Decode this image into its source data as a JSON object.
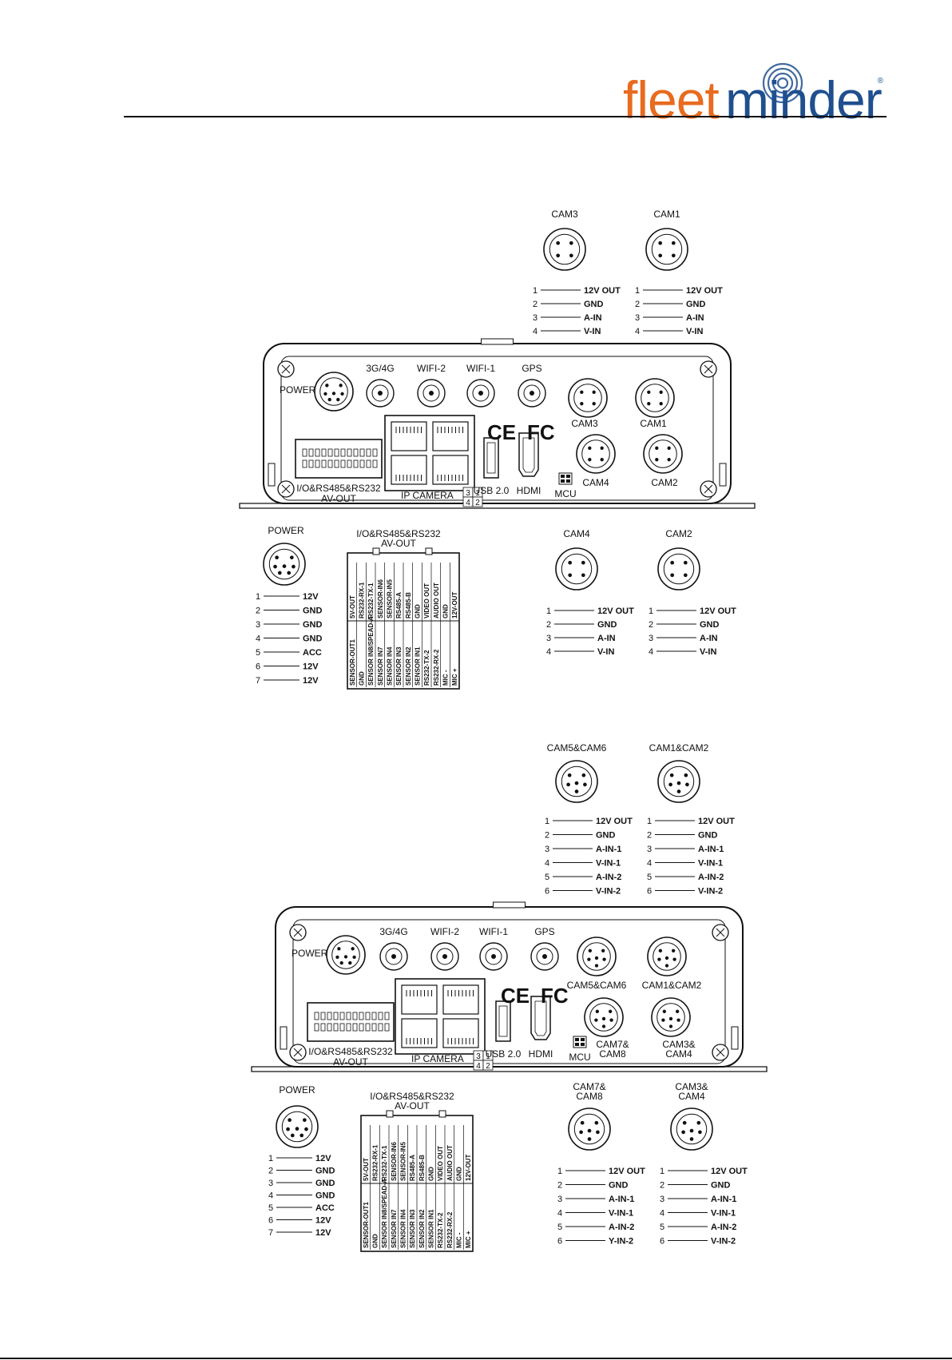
{
  "header": {
    "logo_fleet": "fleet",
    "logo_minder": "minder",
    "logo_reg": "®",
    "brand_orange": "#e86b1f",
    "brand_blue": "#1f4f8f"
  },
  "section1": {
    "top_connectors": [
      {
        "label": "CAM3",
        "pins": [
          {
            "n": "1",
            "label": "12V OUT"
          },
          {
            "n": "2",
            "label": "GND"
          },
          {
            "n": "3",
            "label": "A-IN"
          },
          {
            "n": "4",
            "label": "V-IN"
          }
        ]
      },
      {
        "label": "CAM1",
        "pins": [
          {
            "n": "1",
            "label": "12V OUT"
          },
          {
            "n": "2",
            "label": "GND"
          },
          {
            "n": "3",
            "label": "A-IN"
          },
          {
            "n": "4",
            "label": "V-IN"
          }
        ]
      }
    ],
    "panel": {
      "power": "POWER",
      "antennas": [
        "3G/4G",
        "WIFI-2",
        "WIFI-1",
        "GPS"
      ],
      "cams": [
        "CAM3",
        "CAM1",
        "CAM4",
        "CAM2"
      ],
      "io": "I/O&RS485&RS232",
      "avout": "AV-OUT",
      "ipcam": "IP CAMERA",
      "ipnums": [
        "3",
        "1",
        "4",
        "2"
      ],
      "usb": "USB 2.0",
      "hdmi": "HDMI",
      "mcu": "MCU",
      "ce": "CE",
      "fc": "FC"
    },
    "bottom": {
      "power_title": "POWER",
      "power_pins": [
        {
          "n": "1",
          "label": "12V"
        },
        {
          "n": "2",
          "label": "GND"
        },
        {
          "n": "3",
          "label": "GND"
        },
        {
          "n": "4",
          "label": "GND"
        },
        {
          "n": "5",
          "label": "ACC"
        },
        {
          "n": "6",
          "label": "12V"
        },
        {
          "n": "7",
          "label": "12V"
        }
      ],
      "io_title": "I/O&RS485&RS232",
      "io_subtitle": "AV-OUT",
      "io_top_row": [
        "5V-OUT",
        "RS232-RX-1",
        "RS232-TX-1",
        "SENSOR-IN6",
        "SENSOR-IN5",
        "RS485-A",
        "RS485-B",
        "GND",
        "VIDEO OUT",
        "AUDIO OUT",
        "GND",
        "12V-OUT"
      ],
      "io_bottom_row": [
        "SENSOR-OUT1",
        "GND",
        "SENSOR IN8/SPEAD-A",
        "SENSOR IN7",
        "SENSOR IN4",
        "SENSOR IN3",
        "SENSOR IN2",
        "SENSOR IN1",
        "RS232-TX-2",
        "RS232-RX-2",
        "MIC -",
        "MIC +"
      ],
      "cam_connectors": [
        {
          "label": "CAM4",
          "pins": [
            {
              "n": "1",
              "label": "12V OUT"
            },
            {
              "n": "2",
              "label": "GND"
            },
            {
              "n": "3",
              "label": "A-IN"
            },
            {
              "n": "4",
              "label": "V-IN"
            }
          ]
        },
        {
          "label": "CAM2",
          "pins": [
            {
              "n": "1",
              "label": "12V OUT"
            },
            {
              "n": "2",
              "label": "GND"
            },
            {
              "n": "3",
              "label": "A-IN"
            },
            {
              "n": "4",
              "label": "V-IN"
            }
          ]
        }
      ]
    }
  },
  "section2": {
    "top_connectors": [
      {
        "label": "CAM5&CAM6",
        "pins": [
          {
            "n": "1",
            "label": "12V OUT"
          },
          {
            "n": "2",
            "label": "GND"
          },
          {
            "n": "3",
            "label": "A-IN-1"
          },
          {
            "n": "4",
            "label": "V-IN-1"
          },
          {
            "n": "5",
            "label": "A-IN-2"
          },
          {
            "n": "6",
            "label": "V-IN-2"
          }
        ]
      },
      {
        "label": "CAM1&CAM2",
        "pins": [
          {
            "n": "1",
            "label": "12V OUT"
          },
          {
            "n": "2",
            "label": "GND"
          },
          {
            "n": "3",
            "label": "A-IN-1"
          },
          {
            "n": "4",
            "label": "V-IN-1"
          },
          {
            "n": "5",
            "label": "A-IN-2"
          },
          {
            "n": "6",
            "label": "V-IN-2"
          }
        ]
      }
    ],
    "panel": {
      "power": "POWER",
      "antennas": [
        "3G/4G",
        "WIFI-2",
        "WIFI-1",
        "GPS"
      ],
      "cams": [
        "CAM5&CAM6",
        "CAM1&CAM2",
        "CAM7&",
        "CAM8",
        "CAM3&",
        "CAM4"
      ],
      "io": "I/O&RS485&RS232",
      "avout": "AV-OUT",
      "ipcam": "IP CAMERA",
      "ipnums": [
        "3",
        "1",
        "4",
        "2"
      ],
      "usb": "USB 2.0",
      "hdmi": "HDMI",
      "mcu": "MCU",
      "ce": "CE",
      "fc": "FC"
    },
    "bottom": {
      "power_title": "POWER",
      "power_pins": [
        {
          "n": "1",
          "label": "12V"
        },
        {
          "n": "2",
          "label": "GND"
        },
        {
          "n": "3",
          "label": "GND"
        },
        {
          "n": "4",
          "label": "GND"
        },
        {
          "n": "5",
          "label": "ACC"
        },
        {
          "n": "6",
          "label": "12V"
        },
        {
          "n": "7",
          "label": "12V"
        }
      ],
      "io_title": "I/O&RS485&RS232",
      "io_subtitle": "AV-OUT",
      "io_top_row": [
        "5V-OUT",
        "RS232-RX-1",
        "RS232-TX-1",
        "SENSOR-IN6",
        "SENSOR-IN5",
        "RS485-A",
        "RS485-B",
        "GND",
        "VIDEO OUT",
        "AUDIO OUT",
        "GND",
        "12V-OUT"
      ],
      "io_bottom_row": [
        "SENSOR-OUT1",
        "GND",
        "SENSOR IN8/SPEAD-A",
        "SENSOR IN7",
        "SENSOR IN4",
        "SENSOR IN3",
        "SENSOR IN2",
        "SENSOR IN1",
        "RS232-TX-2",
        "RS232-RX-2",
        "MIC -",
        "MIC +"
      ],
      "cam_title_lines": [
        [
          "CAM7&",
          "CAM8"
        ],
        [
          "CAM3&",
          "CAM4"
        ]
      ],
      "cam_connectors": [
        {
          "label": "CAM7&CAM8",
          "pins": [
            {
              "n": "1",
              "label": "12V OUT"
            },
            {
              "n": "2",
              "label": "GND"
            },
            {
              "n": "3",
              "label": "A-IN-1"
            },
            {
              "n": "4",
              "label": "V-IN-1"
            },
            {
              "n": "5",
              "label": "A-IN-2"
            },
            {
              "n": "6",
              "label": "Y-IN-2"
            }
          ]
        },
        {
          "label": "CAM3&CAM4",
          "pins": [
            {
              "n": "1",
              "label": "12V OUT"
            },
            {
              "n": "2",
              "label": "GND"
            },
            {
              "n": "3",
              "label": "A-IN-1"
            },
            {
              "n": "4",
              "label": "V-IN-1"
            },
            {
              "n": "5",
              "label": "A-IN-2"
            },
            {
              "n": "6",
              "label": "V-IN-2"
            }
          ]
        }
      ]
    }
  }
}
